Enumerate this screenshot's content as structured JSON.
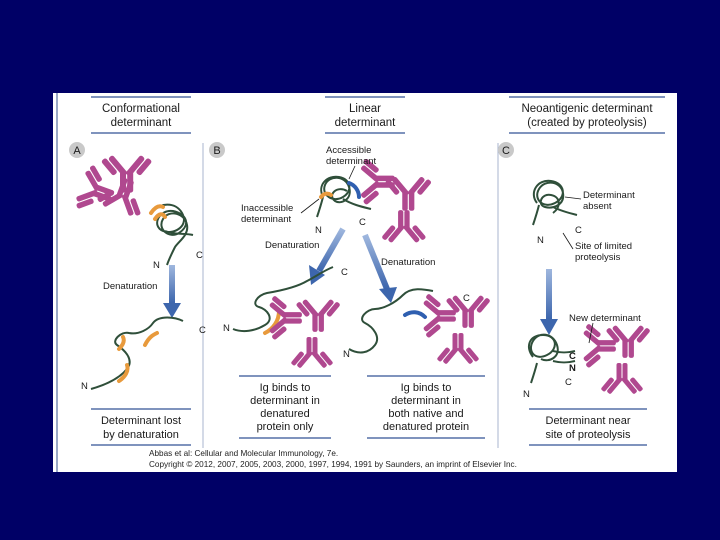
{
  "figure": {
    "panels": {
      "a": {
        "letter": "A",
        "title_line1": "Conformational",
        "title_line2": "determinant",
        "arrow_label": "Denaturation",
        "end_n": "N",
        "end_c": "C",
        "end_n2": "N",
        "end_c2": "C",
        "result_line1": "Determinant lost",
        "result_line2": "by denaturation"
      },
      "b": {
        "letter": "B",
        "title_line1": "Linear",
        "title_line2": "determinant",
        "accessible_line1": "Accessible",
        "accessible_line2": "determinant",
        "inaccessible_line1": "Inaccessible",
        "inaccessible_line2": "determinant",
        "end_n": "N",
        "end_c": "C",
        "left_arrow_label": "Denaturation",
        "right_arrow_label": "Denaturation",
        "left_c": "C",
        "left_n": "N",
        "right_c": "C",
        "right_n": "N",
        "left_result_line1": "Ig binds to",
        "left_result_line2": "determinant in",
        "left_result_line3": "denatured",
        "left_result_line4": "protein only",
        "right_result_line1": "Ig binds to",
        "right_result_line2": "determinant in",
        "right_result_line3": "both native and",
        "right_result_line4": "denatured protein"
      },
      "c": {
        "letter": "C",
        "title_line1": "Neoantigenic determinant",
        "title_line2": "(created by proteolysis)",
        "absent_line1": "Determinant",
        "absent_line2": "absent",
        "end_n": "N",
        "end_c": "C",
        "site_line1": "Site of limited",
        "site_line2": "proteolysis",
        "new_determinant": "New determinant",
        "c2": "C",
        "n2": "N",
        "c3": "C",
        "n3": "N",
        "result_line1": "Determinant near",
        "result_line2": "site of proteolysis"
      }
    },
    "credit_line1": "Abbas et al: Cellular and Molecular Immunology, 7e.",
    "credit_line2": "Copyright © 2012, 2007, 2005, 2003, 2000, 1997, 1994, 1991 by Saunders, an imprint of Elsevier Inc."
  },
  "colors": {
    "slide_background": "#000066",
    "antibody": "#b0488f",
    "protein_chain": "#2f4f3a",
    "determinant_orange": "#e89a3c",
    "determinant_blue": "#2f5fb0",
    "arrow_blue": "#5b84c4"
  }
}
